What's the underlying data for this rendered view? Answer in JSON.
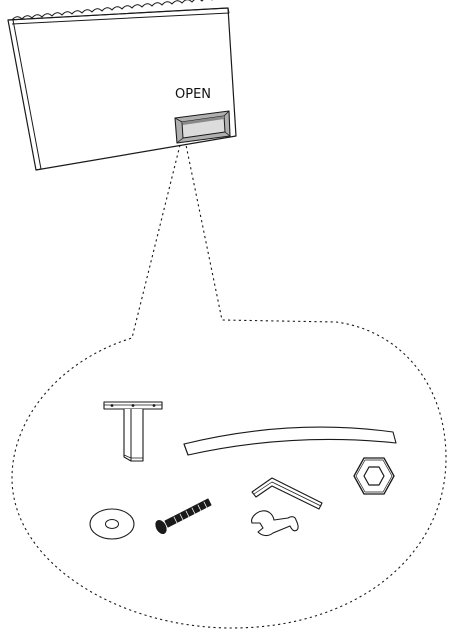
{
  "diagram": {
    "compartment_label": "OPEN",
    "line_color": "#1a1a1a",
    "fill_colors": {
      "panel": "#ffffff",
      "compartment": "#b0b0b0",
      "compartment_inner": "#d9d9d9"
    },
    "hardware_parts": [
      {
        "name": "t-bracket"
      },
      {
        "name": "curved-strip"
      },
      {
        "name": "hex-nut"
      },
      {
        "name": "allen-key"
      },
      {
        "name": "flat-washer"
      },
      {
        "name": "screw"
      },
      {
        "name": "spanner-wrench"
      }
    ]
  }
}
